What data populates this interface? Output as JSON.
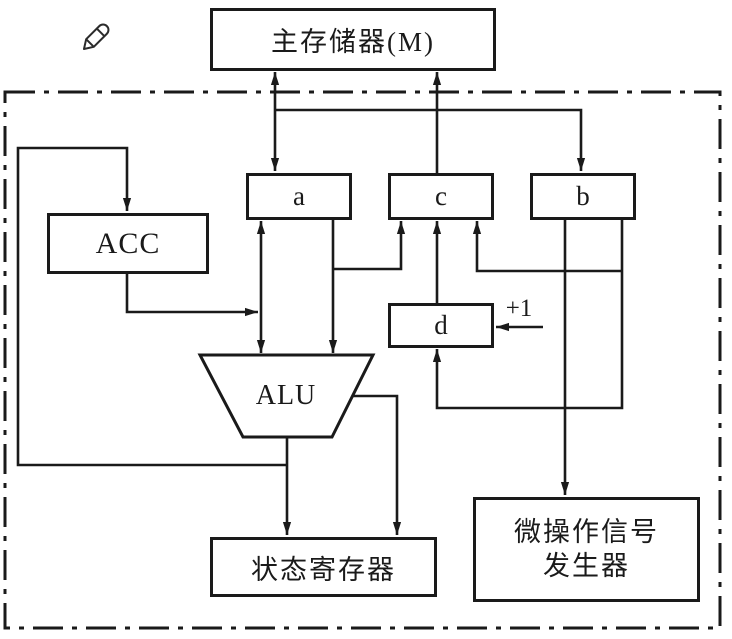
{
  "diagram": {
    "boxes": {
      "main_memory": {
        "label": "主存储器(M)"
      },
      "acc": {
        "label": "ACC"
      },
      "register_a": {
        "label": "a"
      },
      "register_c": {
        "label": "c"
      },
      "register_b": {
        "label": "b"
      },
      "register_d": {
        "label": "d"
      },
      "alu": {
        "label": "ALU"
      },
      "status_register": {
        "label": "状态寄存器"
      },
      "micro_op_generator": {
        "label_line1": "微操作信号",
        "label_line2": "发生器"
      }
    },
    "annotations": {
      "increment": "+1"
    },
    "icons": {
      "pencil": "pencil-icon"
    },
    "colors": {
      "line": "#1a1a1a",
      "background": "#ffffff"
    }
  }
}
